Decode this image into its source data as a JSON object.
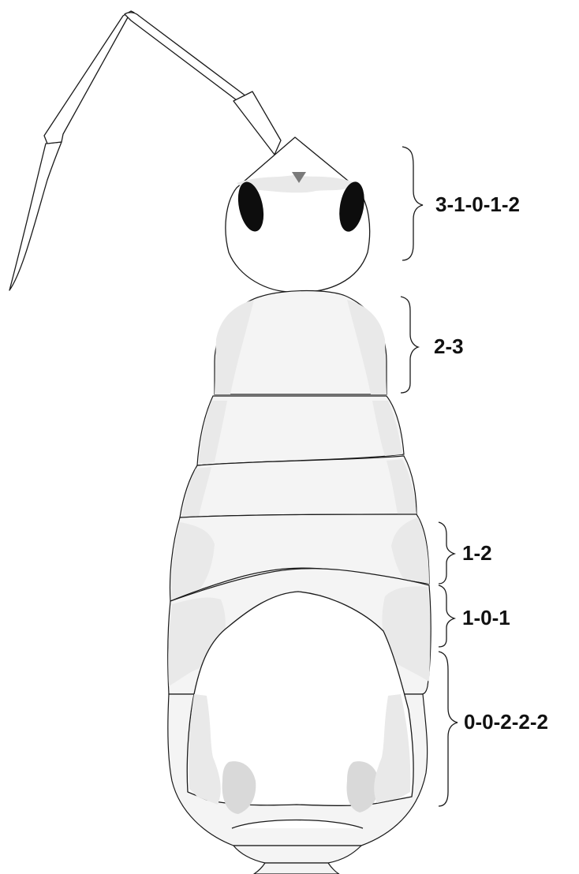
{
  "figure": {
    "type": "dorsal habitus drawing (Collembola)",
    "chaetotaxy_labels": {
      "head": "3-1-0-1-2",
      "thoracic": "2-3",
      "abd_a": "1-2",
      "abd_b": "1-0-1",
      "abd_c": "0-0-2-2-2"
    },
    "colors": {
      "outline": "#1a1a1a",
      "eye_patch": "#0d0d0d",
      "ocellus": "#7a7a7a",
      "pigment_light": "#e9e9e9",
      "pigment_dark": "#d9d9d9"
    }
  }
}
